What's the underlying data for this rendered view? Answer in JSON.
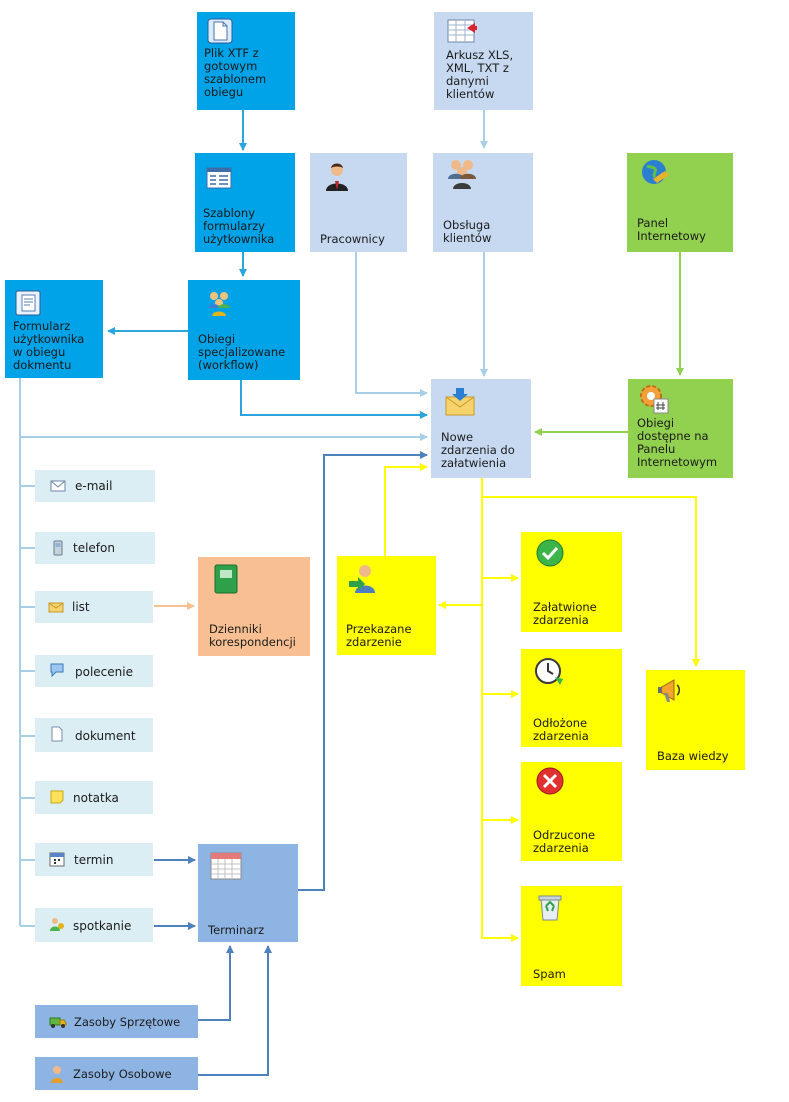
{
  "nodes": {
    "plik_xtf": "Plik XTF z\ngotowym\nszablonem\nobiegu",
    "arkusz": "Arkusz XLS,\nXML, TXT z\ndanymi\nklientów",
    "szablony": "Szablony\nformularzy\nużytkownika",
    "pracownicy": "Pracownicy",
    "obsluga": "Obsługa\nklientów",
    "panel": "Panel\nInternetowy",
    "formularz": "Formularz\nużytkownika\nw obiegu\ndokmentu",
    "obiegi_spec": "Obiegi\nspecjalizowane\n(workflow)",
    "nowe": "Nowe\nzdarzenia do\nzałatwienia",
    "obiegi_panel": "Obiegi\ndostępne na\nPanelu\nInternetowym",
    "przekazane": "Przekazane\nzdarzenie",
    "zalatwione": "Załatwione\nzdarzenia",
    "odlozone": "Odłożone\nzdarzenia",
    "odrzucone": "Odrzucone\nzdarzenia",
    "spam": "Spam",
    "baza": "Baza wiedzy",
    "dzienniki": "Dzienniki\nkorespondencji",
    "terminarz": "Terminarz"
  },
  "channels": {
    "email": "e-mail",
    "telefon": "telefon",
    "list": "list",
    "polecenie": "polecenie",
    "dokument": "dokument",
    "notatka": "notatka",
    "termin": "termin",
    "spotkanie": "spotkanie"
  },
  "resources": {
    "sprzetowe": "Zasoby Sprzętowe",
    "osobowe": "Zasoby Osobowe"
  },
  "colors": {
    "blue_box": "#00a2e8",
    "light_blue_box": "#c6d9f1",
    "green_box": "#92d050",
    "yellow_box": "#ffff00",
    "orange_box": "#f8c092",
    "terminarz_box": "#8eb4e3",
    "chip": "#dbeef4",
    "blue_arrow": "#2aa5dd",
    "light_arrow": "#a9cfe6",
    "green_arrow": "#92d050",
    "yellow_arrow": "#ffff00",
    "orange_arrow": "#f8c092",
    "navy_arrow": "#4f81bd"
  }
}
